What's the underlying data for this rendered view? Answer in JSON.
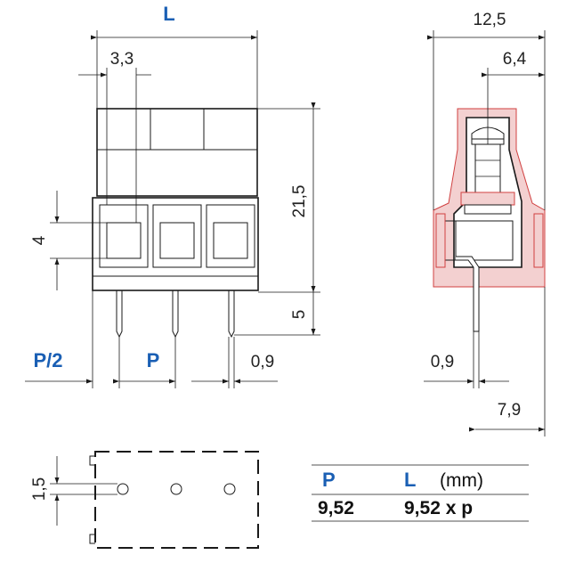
{
  "front_view": {
    "label_L": "L",
    "dim_pitch_half": "3,3",
    "dim_height": "21,5",
    "dim_slot": "4",
    "dim_pin_length": "5",
    "label_P_half": "P/2",
    "label_P": "P",
    "dim_pin_width": "0,9"
  },
  "side_view": {
    "dim_depth": "12,5",
    "dim_screw_offset": "6,4",
    "dim_pin_width": "0,9",
    "dim_pin_offset": "7,9"
  },
  "footprint": {
    "dim_hole_offset": "1,5"
  },
  "table": {
    "header_P": "P",
    "header_L": "L",
    "header_unit": "(mm)",
    "value_P": "9,52",
    "value_L": "9,52 x p"
  },
  "colors": {
    "label_blue": "#1a5fb4",
    "section_red": "#d04040"
  }
}
